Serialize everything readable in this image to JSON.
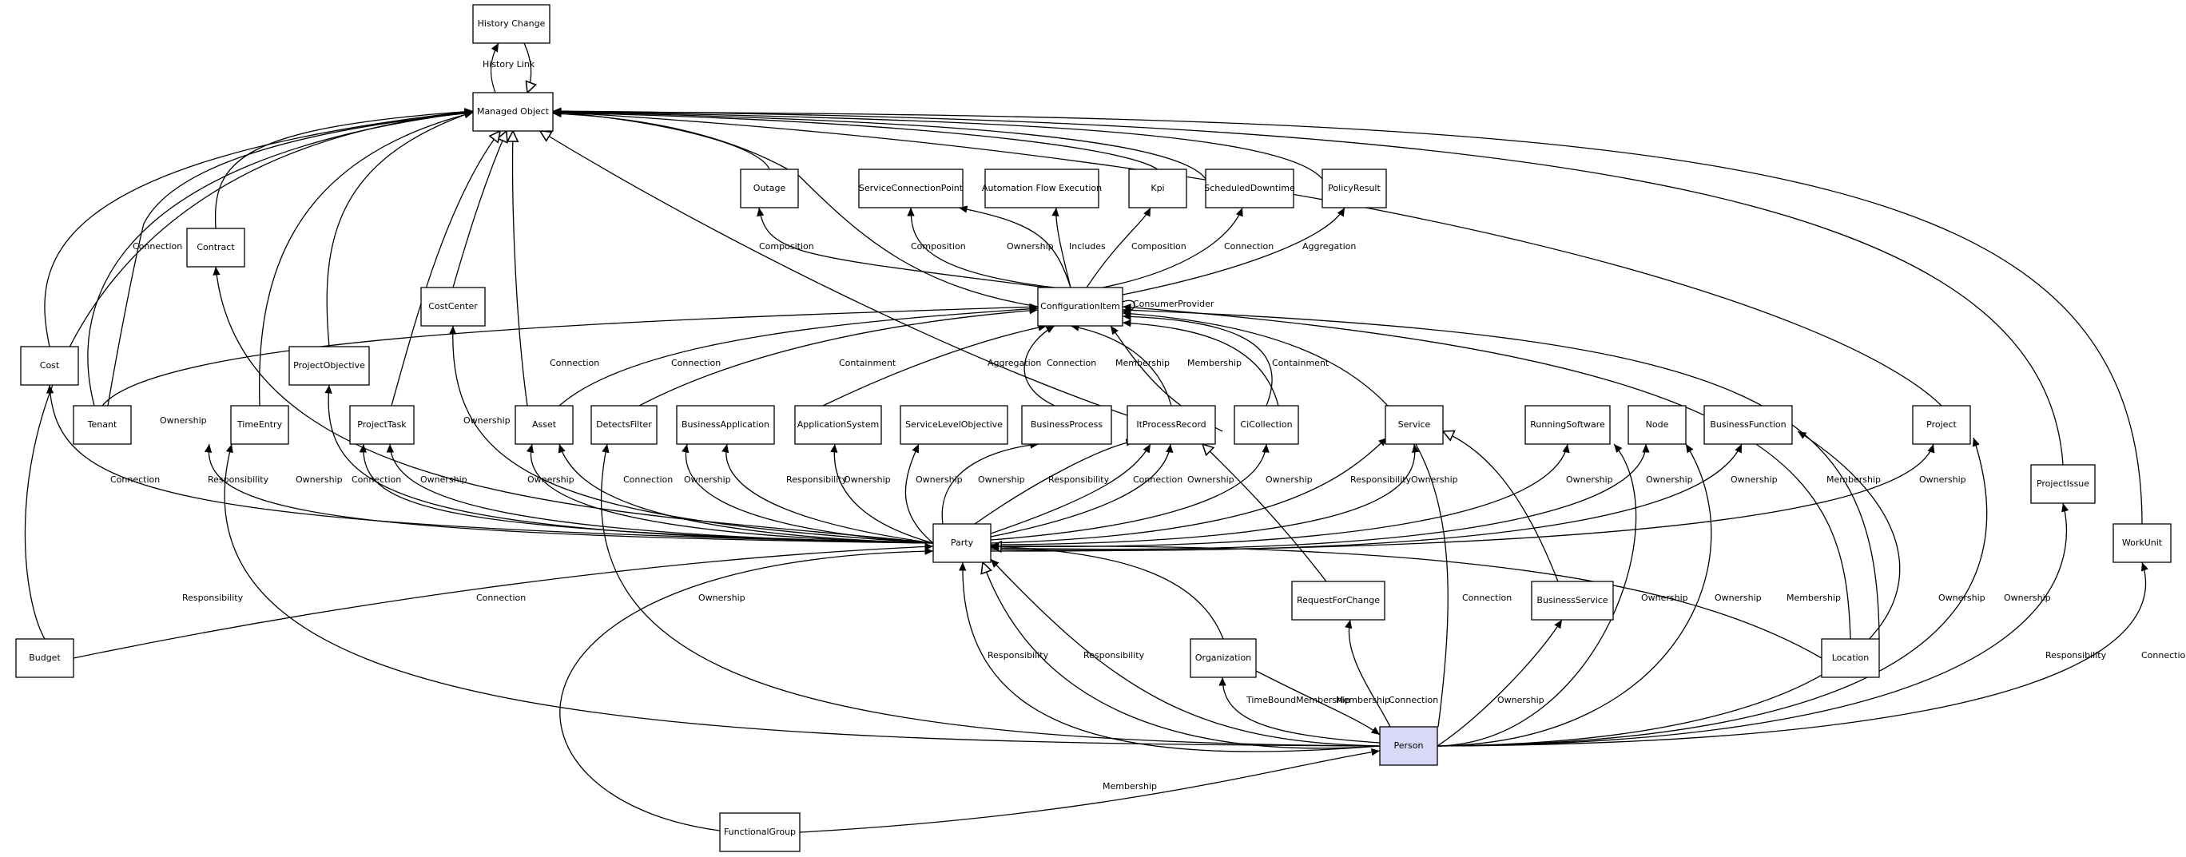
{
  "nodes": [
    {
      "id": "history_change",
      "label": "History Change"
    },
    {
      "id": "managed_object",
      "label": "Managed Object"
    },
    {
      "id": "outage",
      "label": "Outage"
    },
    {
      "id": "service_connection_point",
      "label": "ServiceConnectionPoint"
    },
    {
      "id": "automation_flow_execution",
      "label": "Automation Flow Execution"
    },
    {
      "id": "kpi",
      "label": "Kpi"
    },
    {
      "id": "scheduled_downtime",
      "label": "ScheduledDowntime"
    },
    {
      "id": "policy_result",
      "label": "PolicyResult"
    },
    {
      "id": "contract",
      "label": "Contract"
    },
    {
      "id": "cost_center",
      "label": "CostCenter"
    },
    {
      "id": "configuration_item",
      "label": "ConfigurationItem"
    },
    {
      "id": "cost",
      "label": "Cost"
    },
    {
      "id": "project_objective",
      "label": "ProjectObjective"
    },
    {
      "id": "tenant",
      "label": "Tenant"
    },
    {
      "id": "time_entry",
      "label": "TimeEntry"
    },
    {
      "id": "project_task",
      "label": "ProjectTask"
    },
    {
      "id": "asset",
      "label": "Asset"
    },
    {
      "id": "detects_filter",
      "label": "DetectsFilter"
    },
    {
      "id": "business_application",
      "label": "BusinessApplication"
    },
    {
      "id": "application_system",
      "label": "ApplicationSystem"
    },
    {
      "id": "service_level_objective",
      "label": "ServiceLevelObjective"
    },
    {
      "id": "business_process",
      "label": "BusinessProcess"
    },
    {
      "id": "it_process_record",
      "label": "ItProcessRecord"
    },
    {
      "id": "ci_collection",
      "label": "CiCollection"
    },
    {
      "id": "service",
      "label": "Service"
    },
    {
      "id": "running_software",
      "label": "RunningSoftware"
    },
    {
      "id": "node",
      "label": "Node"
    },
    {
      "id": "business_function",
      "label": "BusinessFunction"
    },
    {
      "id": "project",
      "label": "Project"
    },
    {
      "id": "project_issue",
      "label": "ProjectIssue"
    },
    {
      "id": "work_unit",
      "label": "WorkUnit"
    },
    {
      "id": "party",
      "label": "Party"
    },
    {
      "id": "budget",
      "label": "Budget"
    },
    {
      "id": "request_for_change",
      "label": "RequestForChange"
    },
    {
      "id": "business_service",
      "label": "BusinessService"
    },
    {
      "id": "organization",
      "label": "Organization"
    },
    {
      "id": "location",
      "label": "Location"
    },
    {
      "id": "person",
      "label": "Person"
    },
    {
      "id": "functional_group",
      "label": "FunctionalGroup"
    }
  ],
  "edge_labels": {
    "history_link": "History Link",
    "composition": "Composition",
    "ownership": "Ownership",
    "includes": "Includes",
    "connection": "Connection",
    "aggregation": "Aggregation",
    "consumer_provider": "ConsumerProvider",
    "containment": "Containment",
    "membership": "Membership",
    "responsibility": "Responsibility",
    "time_bound_membership": "TimeBoundMembership"
  },
  "colors": {
    "person_fill": "#d9d9f7",
    "node_fill": "#ffffff",
    "stroke": "#000000"
  }
}
